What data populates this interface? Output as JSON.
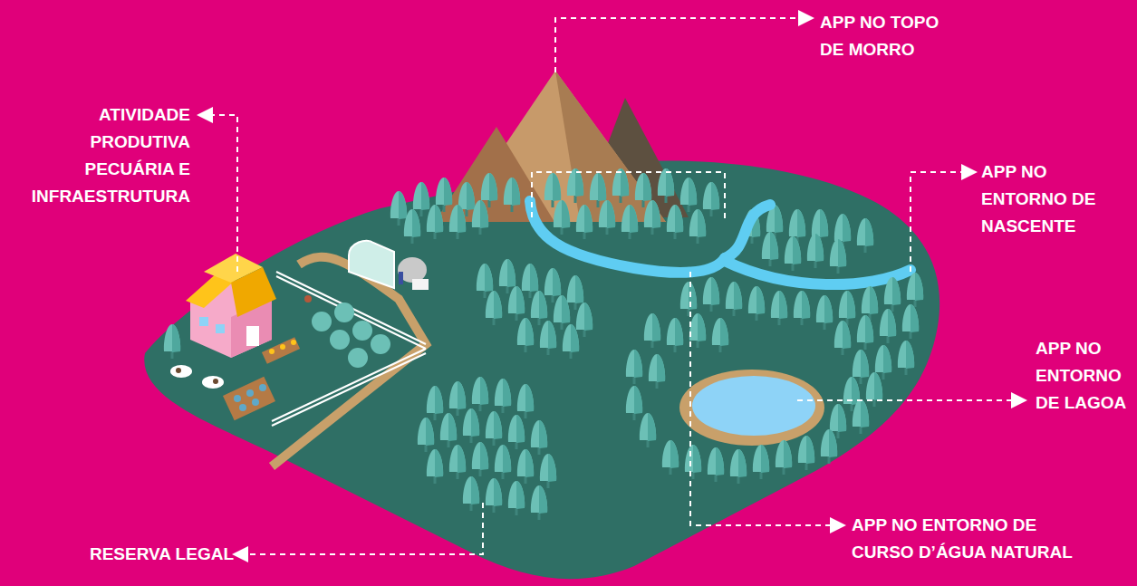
{
  "diagram": {
    "labels": [
      "ATIVIDADE PRODUTIVA PECUÁRIA E INFRAESTRUTURA",
      "APP NO TOPO DE MORRO",
      "APP NO ENTORNO DE NASCENTE",
      "APP NO ENTORNO DE LAGOA",
      "APP NO ENTORNO DE CURSO D’ÁGUA NATURAL",
      "RESERVA LEGAL"
    ]
  }
}
